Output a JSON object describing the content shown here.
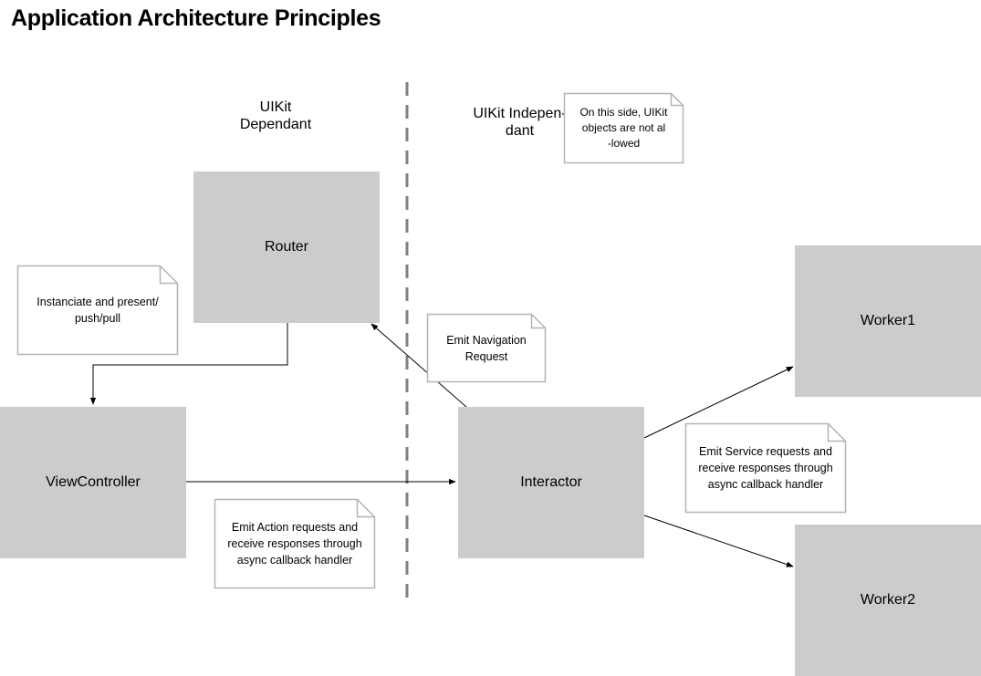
{
  "title": "Application Architecture Principles",
  "side_labels": {
    "left": "UIKit\nDependant",
    "right": "UIKit Indepen-\ndant"
  },
  "boxes": {
    "router": "Router",
    "view_controller": "ViewController",
    "interactor": "Interactor",
    "worker1": "Worker1",
    "worker2": "Worker2"
  },
  "notes": {
    "uikit_side": "On this side, UIKit objects are not al-lowed",
    "router_note": "Instanciate and present/ push/pull",
    "navigation_note": "Emit Navigation Request",
    "service_note": "Emit Service requests and receive responses through async callback handler",
    "action_note": "Emit Action requests and receive responses through async callback handler"
  },
  "colors": {
    "box_fill": "#cccccc",
    "note_border": "#b3b3b3",
    "divider": "#808080",
    "connector": "#000000"
  }
}
